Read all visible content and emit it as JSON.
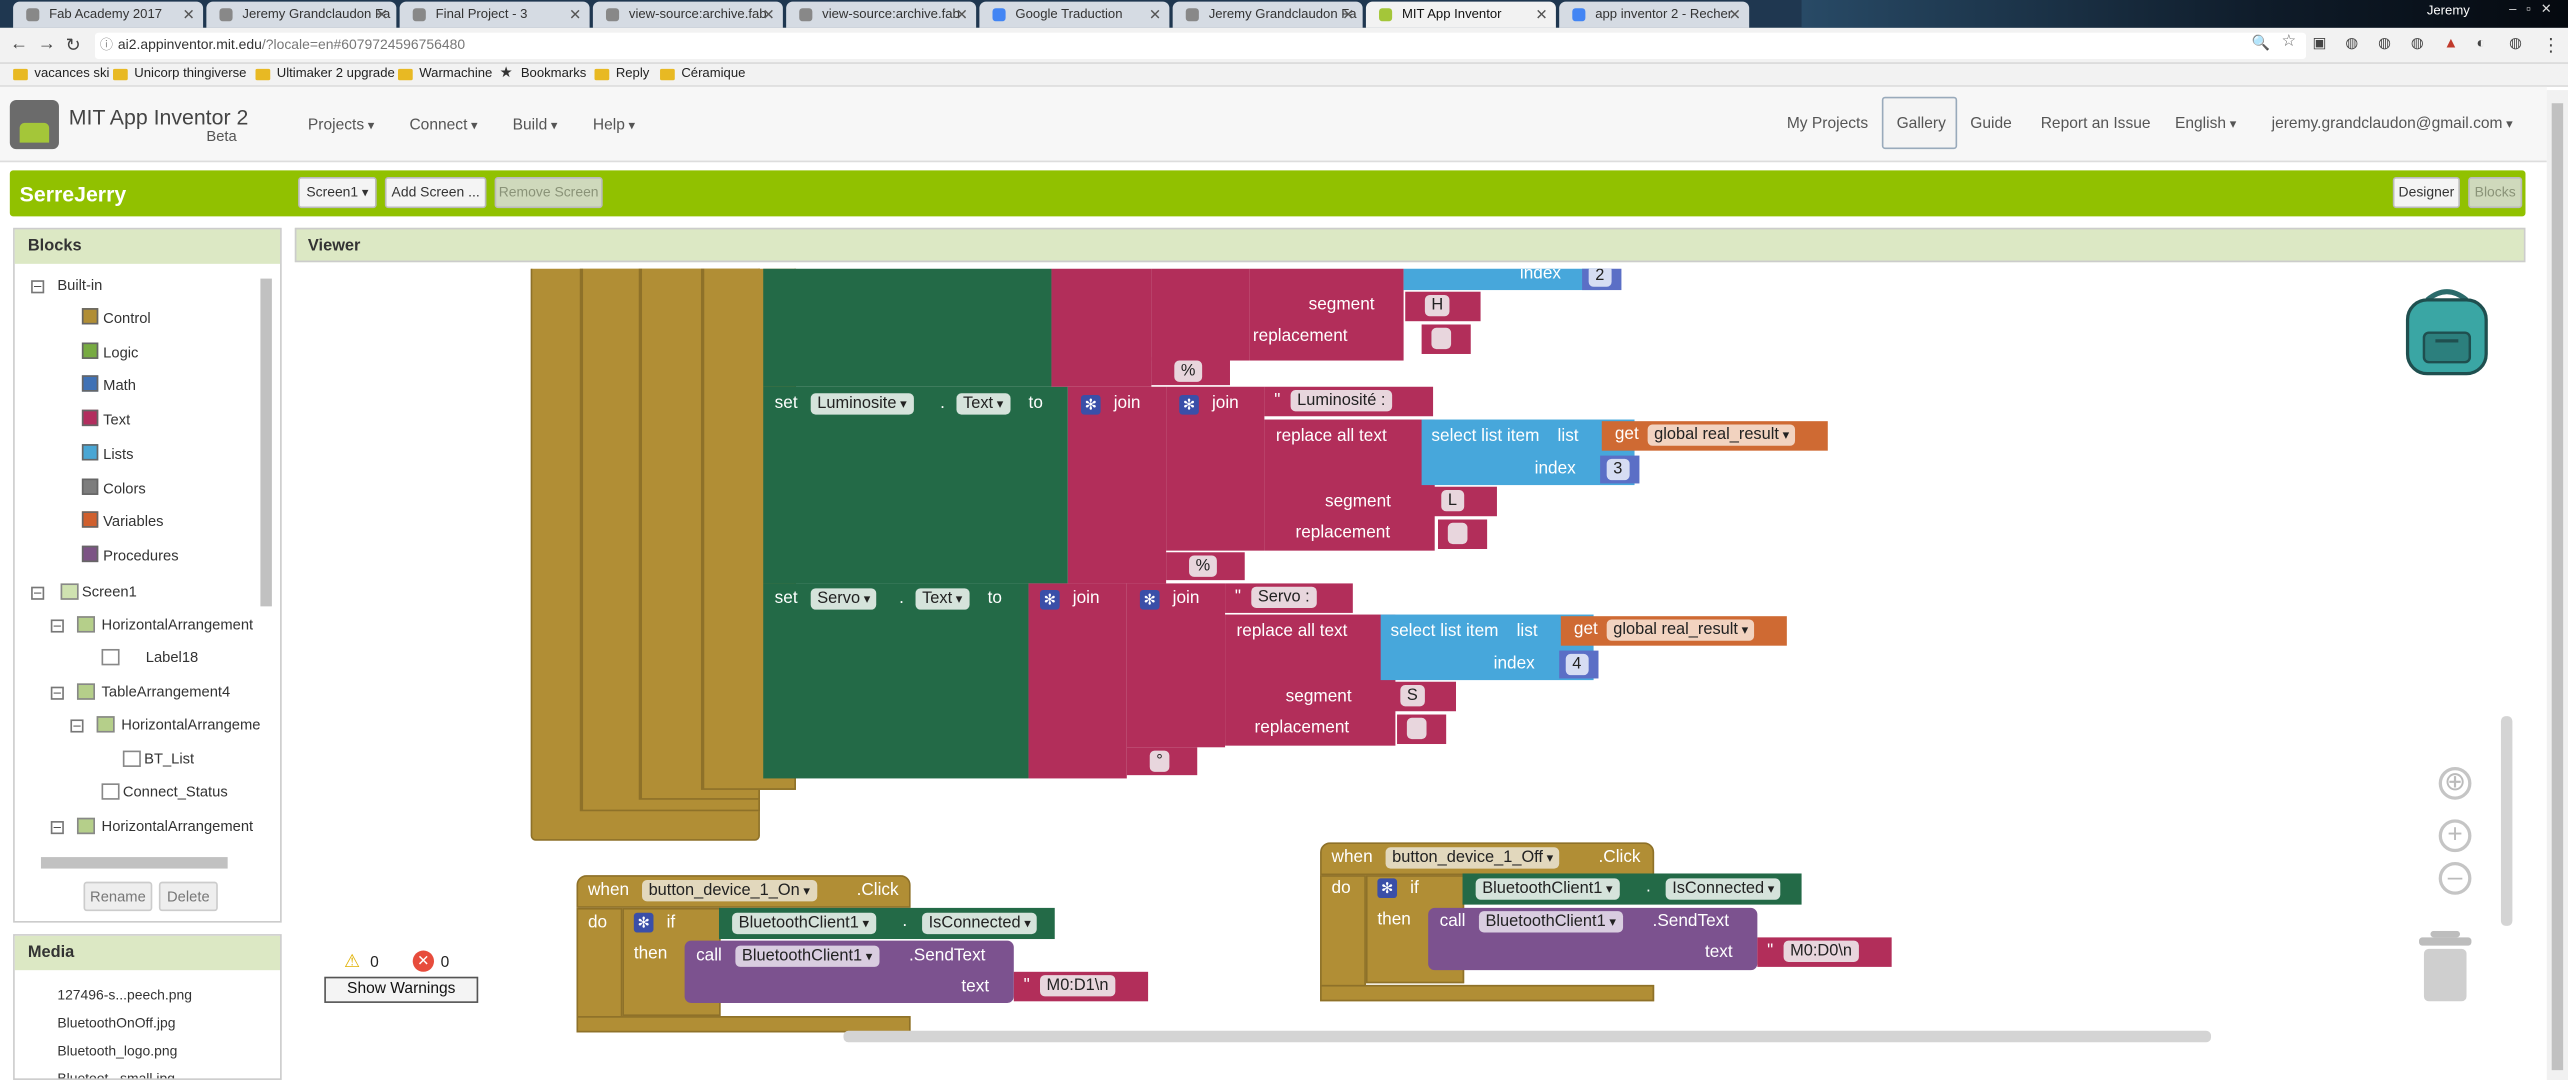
{
  "browser": {
    "tabs": [
      {
        "label": "Fab Academy 2017"
      },
      {
        "label": "Jeremy Grandclaudon Fa"
      },
      {
        "label": "Final Project - 3"
      },
      {
        "label": "view-source:archive.fab"
      },
      {
        "label": "view-source:archive.fab"
      },
      {
        "label": "Google Traduction"
      },
      {
        "label": "Jeremy Grandclaudon Fa"
      },
      {
        "label": "MIT App Inventor"
      },
      {
        "label": "app inventor 2 - Recher"
      }
    ],
    "user": "Jeremy",
    "url_host": "ai2.appinventor.mit.edu",
    "url_rest": "/?locale=en#6079724596756480",
    "bookmarks": [
      "vacances ski",
      "Unicorp thingiverse",
      "Ultimaker 2 upgrade",
      "Warmachine",
      "Bookmarks",
      "Reply",
      "Céramique"
    ]
  },
  "app": {
    "name": "MIT App Inventor 2",
    "beta": "Beta",
    "menu": [
      "Projects",
      "Connect",
      "Build",
      "Help"
    ],
    "right_menu": {
      "my_projects": "My Projects",
      "gallery": "Gallery",
      "guide": "Guide",
      "report": "Report an Issue",
      "language": "English",
      "account": "jeremy.grandclaudon@gmail.com"
    }
  },
  "project": {
    "name": "SerreJerry",
    "screen_select": "Screen1",
    "add_screen": "Add Screen ...",
    "remove_screen": "Remove Screen",
    "designer": "Designer",
    "blocks": "Blocks"
  },
  "blocks_panel": {
    "title": "Blocks",
    "builtin": "Built-in",
    "categories": [
      {
        "label": "Control",
        "color": "#b18e35"
      },
      {
        "label": "Logic",
        "color": "#77ab41"
      },
      {
        "label": "Math",
        "color": "#3f71b5"
      },
      {
        "label": "Text",
        "color": "#b32d5e"
      },
      {
        "label": "Lists",
        "color": "#49a6d4"
      },
      {
        "label": "Colors",
        "color": "#7d7d7d"
      },
      {
        "label": "Variables",
        "color": "#d05f2d"
      },
      {
        "label": "Procedures",
        "color": "#7c5385"
      }
    ],
    "components": [
      "Screen1",
      "HorizontalArrangement",
      "Label18",
      "TableArrangement4",
      "HorizontalArrangeme",
      "BT_List",
      "Connect_Status",
      "HorizontalArrangement"
    ],
    "rename": "Rename",
    "delete": "Delete"
  },
  "media": {
    "title": "Media",
    "items": [
      "127496-s...peech.png",
      "BluetoothOnOff.jpg",
      "Bluetooth_logo.png",
      "Bluetoot...small.jpg"
    ]
  },
  "viewer": {
    "title": "Viewer",
    "warnings_count": "0",
    "errors_count": "0",
    "show_warnings": "Show Warnings",
    "kw": {
      "index": "index",
      "segment": "segment",
      "replacement": "replacement",
      "set": "set",
      "to": "to",
      "join": "join",
      "replace_all_text": "replace all text",
      "select_list_item": "select list item",
      "list": "list",
      "get": "get",
      "when": "when",
      "do": "do",
      "if": "if",
      "then": "then",
      "call": "call",
      "text": "text",
      "dot": ".",
      "quote": "\""
    },
    "top_block": {
      "index_val": "2",
      "segment_val": "H",
      "suffix": "%"
    },
    "lum_block": {
      "component": "Luminosite",
      "property": "Text",
      "prefix": "Luminosité :",
      "var": "global real_result",
      "index_val": "3",
      "segment_val": "L",
      "suffix": "%"
    },
    "servo_block": {
      "component": "Servo",
      "property": "Text",
      "prefix": "Servo :",
      "var": "global real_result",
      "index_val": "4",
      "segment_val": "S",
      "suffix": "°"
    },
    "event_on": {
      "component": "button_device_1_On",
      "event": ".Click",
      "bt": "BluetoothClient1",
      "isconnected": "IsConnected",
      "method": ".SendText",
      "text": "M0:D1\\n"
    },
    "event_off": {
      "component": "button_device_1_Off",
      "event": ".Click",
      "bt": "BluetoothClient1",
      "isconnected": "IsConnected",
      "method": ".SendText",
      "text": "M0:D0\\n"
    }
  }
}
